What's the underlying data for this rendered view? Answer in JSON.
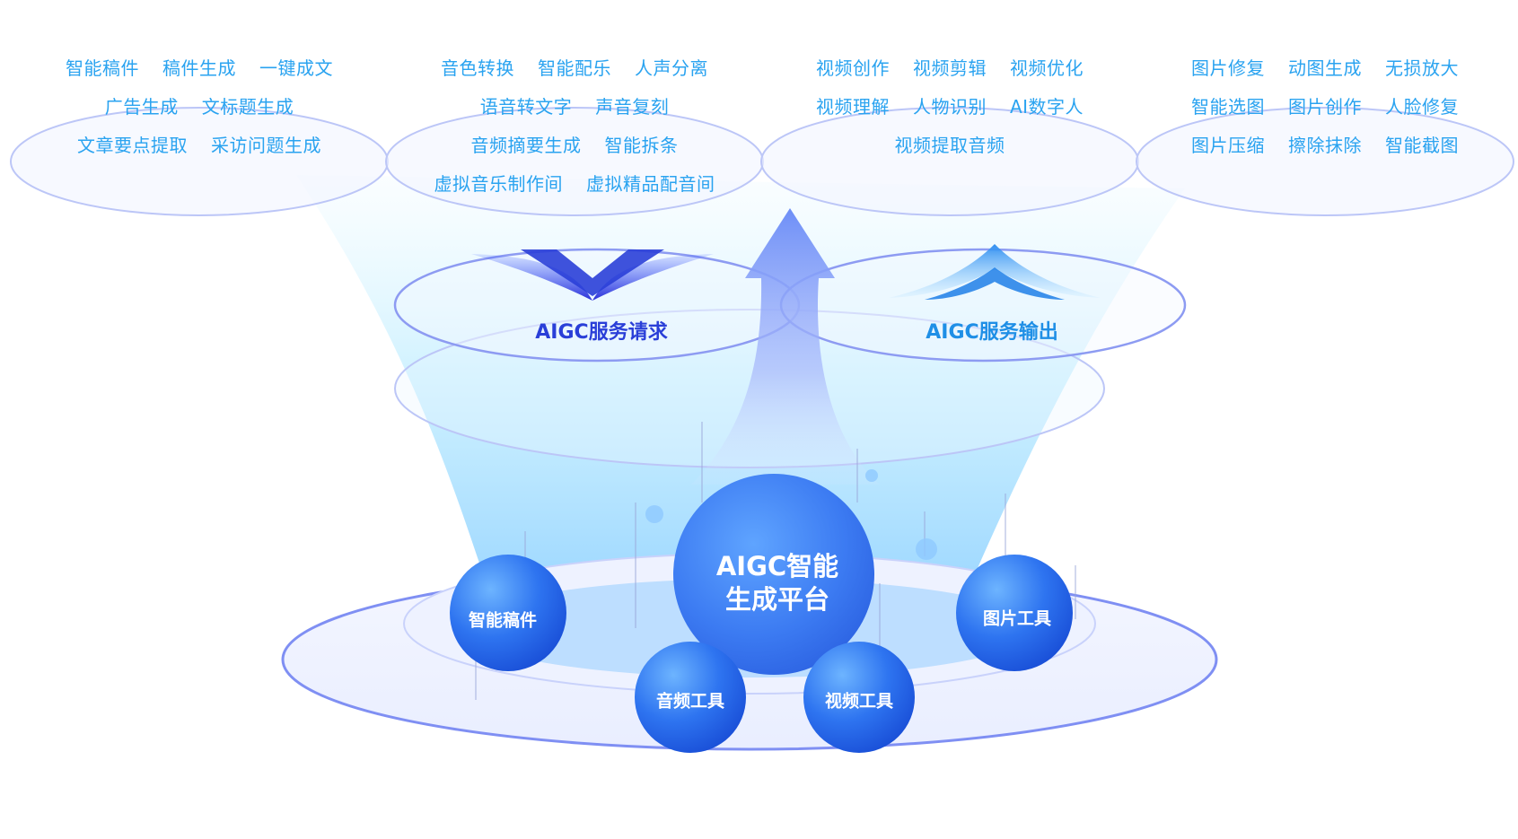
{
  "categories": [
    {
      "rows": [
        [
          "智能稿件",
          "稿件生成",
          "一键成文"
        ],
        [
          "广告生成",
          "文标题生成"
        ],
        [
          "文章要点提取",
          "采访问题生成"
        ]
      ]
    },
    {
      "rows": [
        [
          "音色转换",
          "智能配乐",
          "人声分离"
        ],
        [
          "语音转文字",
          "声音复刻"
        ],
        [
          "音频摘要生成",
          "智能拆条"
        ],
        [
          "虚拟音乐制作间",
          "虚拟精品配音间"
        ]
      ]
    },
    {
      "rows": [
        [
          "视频创作",
          "视频剪辑",
          "视频优化"
        ],
        [
          "视频理解",
          "人物识别",
          "AI数字人"
        ],
        [
          "视频提取音频"
        ]
      ]
    },
    {
      "rows": [
        [
          "图片修复",
          "动图生成",
          "无损放大"
        ],
        [
          "智能选图",
          "图片创作",
          "人脸修复"
        ],
        [
          "图片压缩",
          "擦除抹除",
          "智能截图"
        ]
      ]
    }
  ],
  "flow": {
    "request_label": "AIGC服务请求",
    "output_label": "AIGC服务输出"
  },
  "platform": {
    "center_line1": "AIGC智能",
    "center_line2": "生成平台",
    "tools": [
      "智能稿件",
      "音频工具",
      "视频工具",
      "图片工具"
    ]
  },
  "colors": {
    "category_text": "#2aa3f0",
    "request_text": "#2a3fd8",
    "output_text": "#1f8fe6",
    "sphere_blue": "#2a6cf0",
    "funnel_cyan": "#bfeaff"
  }
}
